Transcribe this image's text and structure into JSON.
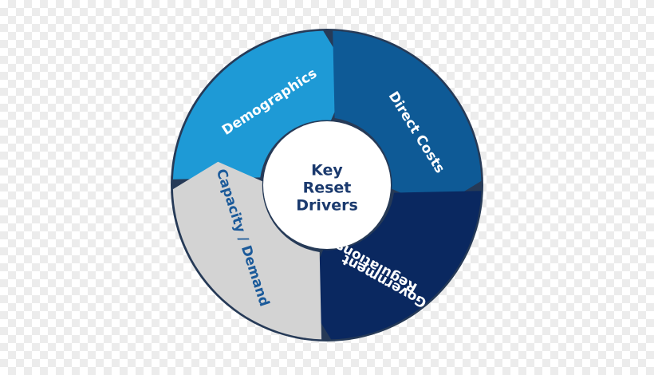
{
  "center": {
    "lines": [
      "Key",
      "Reset",
      "Drivers"
    ],
    "text_color": "#1b3a6e",
    "fill": "#ffffff"
  },
  "segments": [
    {
      "label": "Demographics",
      "color": "#1e9ad6",
      "text_color": "#ffffff"
    },
    {
      "label": "Direct Costs",
      "color": "#0e5a96",
      "text_color": "#ffffff"
    },
    {
      "label": "Government Regulations",
      "label_lines": [
        "Government",
        "Regulations"
      ],
      "color": "#0a2860",
      "text_color": "#ffffff"
    },
    {
      "label": "Capacity / Demand",
      "color": "#d3d3d3",
      "text_color": "#1b5a9a"
    }
  ],
  "colors": {
    "ring_background": "#263a57",
    "separator": "#ffffff"
  }
}
